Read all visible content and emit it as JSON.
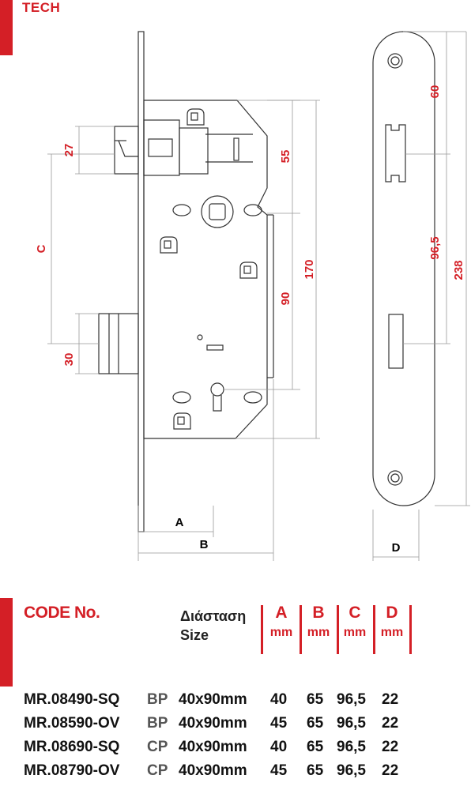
{
  "header": {
    "tag": "TECH"
  },
  "drawing": {
    "dims": {
      "d27": "27",
      "d55": "55",
      "d170": "170",
      "d90": "90",
      "c": "C",
      "d30": "30",
      "a": "A",
      "b": "B",
      "d60": "60",
      "d96": "96,5",
      "d238": "238",
      "d": "D"
    }
  },
  "table": {
    "code_header": "CODE No.",
    "dim_header_gr": "Διάσταση",
    "dim_header_en": "Size",
    "columns": [
      {
        "label": "A",
        "unit": "mm"
      },
      {
        "label": "B",
        "unit": "mm"
      },
      {
        "label": "C",
        "unit": "mm"
      },
      {
        "label": "D",
        "unit": "mm"
      }
    ],
    "rows": [
      {
        "code": "MR.08490-SQ",
        "finish": "BP",
        "size": "40x90mm",
        "a": "40",
        "b": "65",
        "c": "96,5",
        "d": "22"
      },
      {
        "code": "MR.08590-OV",
        "finish": "BP",
        "size": "40x90mm",
        "a": "45",
        "b": "65",
        "c": "96,5",
        "d": "22"
      },
      {
        "code": "MR.08690-SQ",
        "finish": "CP",
        "size": "40x90mm",
        "a": "40",
        "b": "65",
        "c": "96,5",
        "d": "22"
      },
      {
        "code": "MR.08790-OV",
        "finish": "CP",
        "size": "40x90mm",
        "a": "45",
        "b": "65",
        "c": "96,5",
        "d": "22"
      }
    ]
  },
  "colors": {
    "accent": "#d41f26",
    "line": "#333333"
  }
}
